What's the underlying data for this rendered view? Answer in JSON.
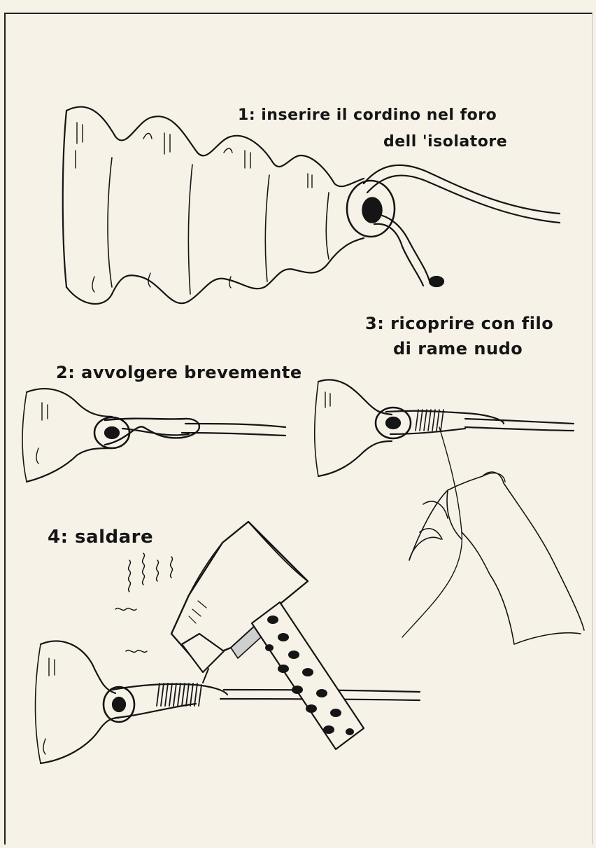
{
  "steps": [
    {
      "number": "1",
      "line1": ": inserire il  cordino  nel foro",
      "line2": "dell 'isolatore"
    },
    {
      "number": "2",
      "line1": ": avvolgere brevemente"
    },
    {
      "number": "3",
      "line1": ": ricoprire con filo",
      "line2": "di rame nudo"
    },
    {
      "number": "4",
      "line1": ":  saldare"
    }
  ],
  "colors": {
    "ink": "#151515",
    "paper": "#f6f2e8"
  }
}
